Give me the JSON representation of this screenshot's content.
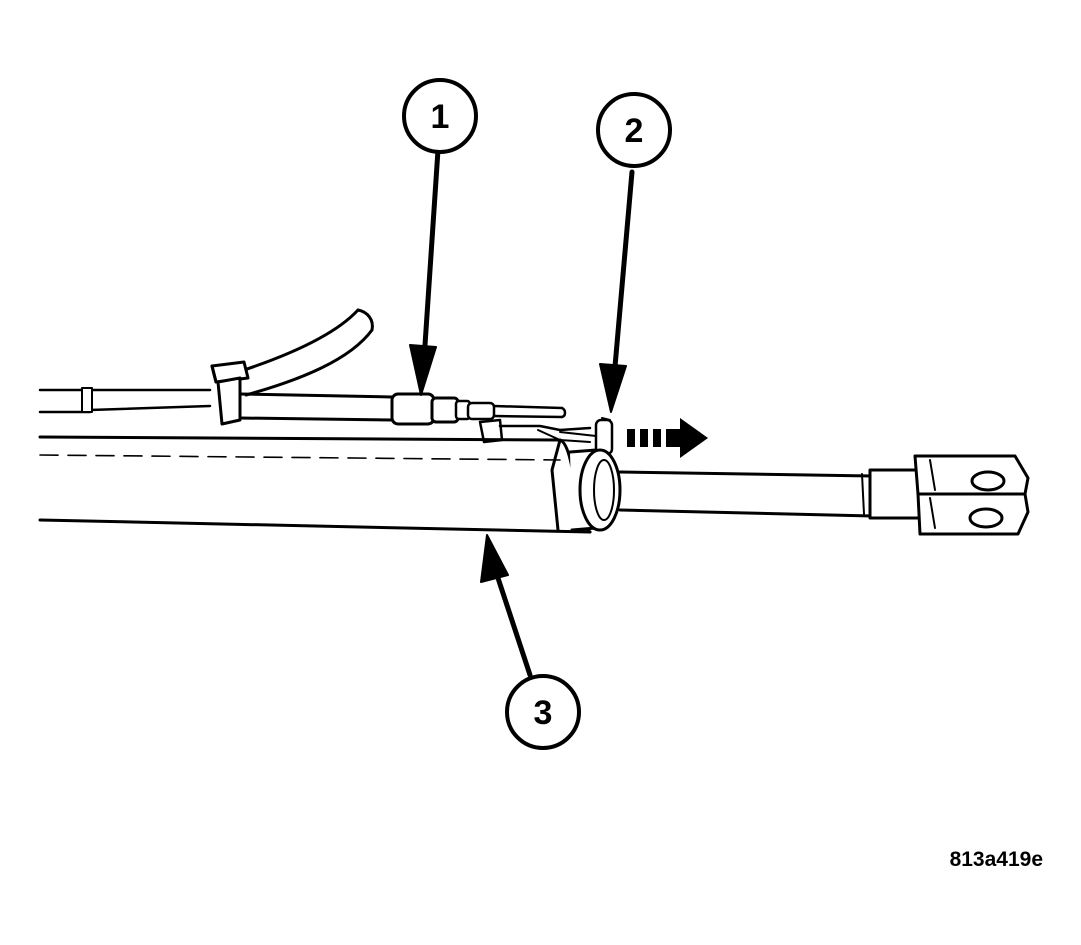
{
  "callouts": [
    {
      "number": "1"
    },
    {
      "number": "2"
    },
    {
      "number": "3"
    }
  ],
  "figure_code": "813a419e",
  "colors": {
    "line": "#000000",
    "fill": "#ffffff"
  }
}
